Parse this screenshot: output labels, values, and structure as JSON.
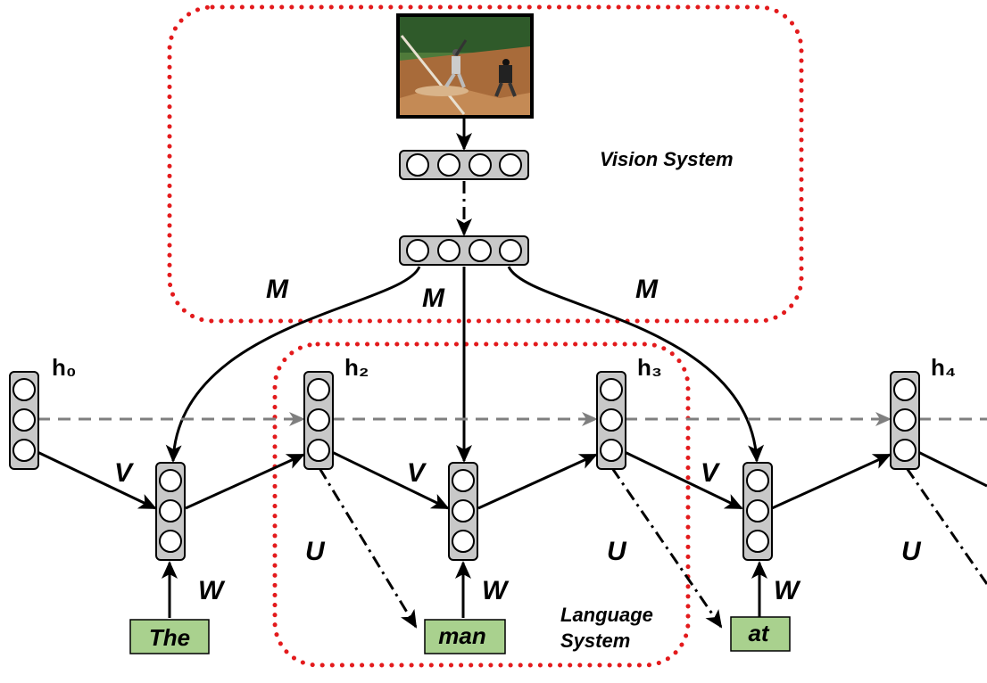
{
  "vision_label": "Vision System",
  "language_label_line1": "Language",
  "language_label_line2": "System",
  "hidden_states": [
    "h₀",
    "h₂",
    "h₃",
    "h₄"
  ],
  "words": [
    "The",
    "man",
    "at"
  ],
  "weights": {
    "m": "M",
    "v": "V",
    "u": "U",
    "w": "W"
  },
  "colors": {
    "region_outline": "#e31a1c",
    "word_box": "#a9d18e",
    "node_box": "#c8c8c8",
    "recurrent_arrow": "#7f7f7f"
  },
  "icons": {
    "scene_image": "baseball-photo-icon"
  }
}
